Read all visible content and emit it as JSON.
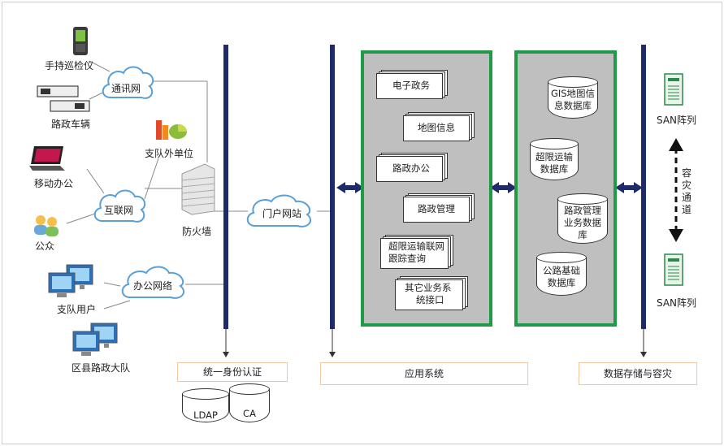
{
  "left": {
    "handheld": "手持巡检仪",
    "vehicle": "路政车辆",
    "comm_net": "通讯网",
    "external_unit": "支队外单位",
    "mobile_office": "移动办公",
    "internet": "互联网",
    "public": "公众",
    "firewall": "防火墙",
    "office_net": "办公网络",
    "detachment_users": "支队用户",
    "county_team": "区县路政大队",
    "portal": "门户网站"
  },
  "bottom": {
    "auth": "统一身份认证",
    "ldap": "LDAP",
    "ca": "CA",
    "app_system": "应用系统",
    "storage": "数据存储与容灾"
  },
  "apps": {
    "items": [
      {
        "line1": "电子政务",
        "line2": ""
      },
      {
        "line1": "地图信息",
        "line2": ""
      },
      {
        "line1": "路政办公",
        "line2": ""
      },
      {
        "line1": "路政管理",
        "line2": ""
      },
      {
        "line1": "超限运输联网",
        "line2": "跟踪查询"
      },
      {
        "line1": "其它业务系",
        "line2": "统接口"
      }
    ]
  },
  "dbs": {
    "items": [
      {
        "line1": "GIS地图信",
        "line2": "息数据库",
        "line3": ""
      },
      {
        "line1": "超限运输",
        "line2": "数据库",
        "line3": ""
      },
      {
        "line1": "路政管理",
        "line2": "业务数据",
        "line3": "库"
      },
      {
        "line1": "公路基础",
        "line2": "数据库",
        "line3": ""
      }
    ]
  },
  "san": {
    "top": "SAN阵列",
    "bottom": "SAN阵列",
    "channel": [
      "容",
      "灾",
      "通",
      "道"
    ]
  },
  "colors": {
    "bar": "#1f2a6b",
    "green": "#1f9a45",
    "panel": "#bfbfbf",
    "label_border": "#f0c8a0"
  }
}
